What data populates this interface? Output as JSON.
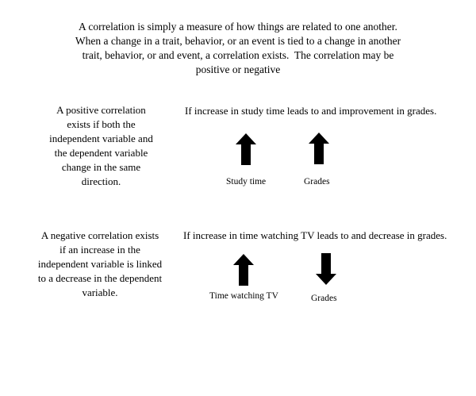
{
  "slide": {
    "background_color": "#ffffff",
    "text_color": "#000000",
    "intro": {
      "lines": [
        "A correlation is simply a measure of how things are related to one another.",
        "When a change in a trait, behavior, or an event is tied to a change in another",
        "trait, behavior, or and event, a correlation exists.  The correlation may be",
        "positive or negative"
      ]
    },
    "sections": [
      {
        "id": "positive",
        "description_lines": [
          "A positive correlation",
          "exists if both the",
          "independent variable and",
          "the dependent variable",
          "change in the same",
          "direction."
        ],
        "heading": "If increase in study time leads to and improvement in grades.",
        "arrows": [
          {
            "label": "Study time",
            "direction": "up",
            "icon": "arrow-up-icon"
          },
          {
            "label": "Grades",
            "direction": "up",
            "icon": "arrow-up-icon"
          }
        ]
      },
      {
        "id": "negative",
        "description_lines": [
          "A negative correlation exists",
          "if an increase in the",
          "independent variable is linked",
          "to a decrease in the dependent",
          "variable."
        ],
        "heading": "If increase in time watching TV leads to and decrease in grades.",
        "arrows": [
          {
            "label": "Time watching TV",
            "direction": "up",
            "icon": "arrow-up-icon"
          },
          {
            "label": "Grades",
            "direction": "down",
            "icon": "arrow-down-icon"
          }
        ]
      }
    ]
  }
}
